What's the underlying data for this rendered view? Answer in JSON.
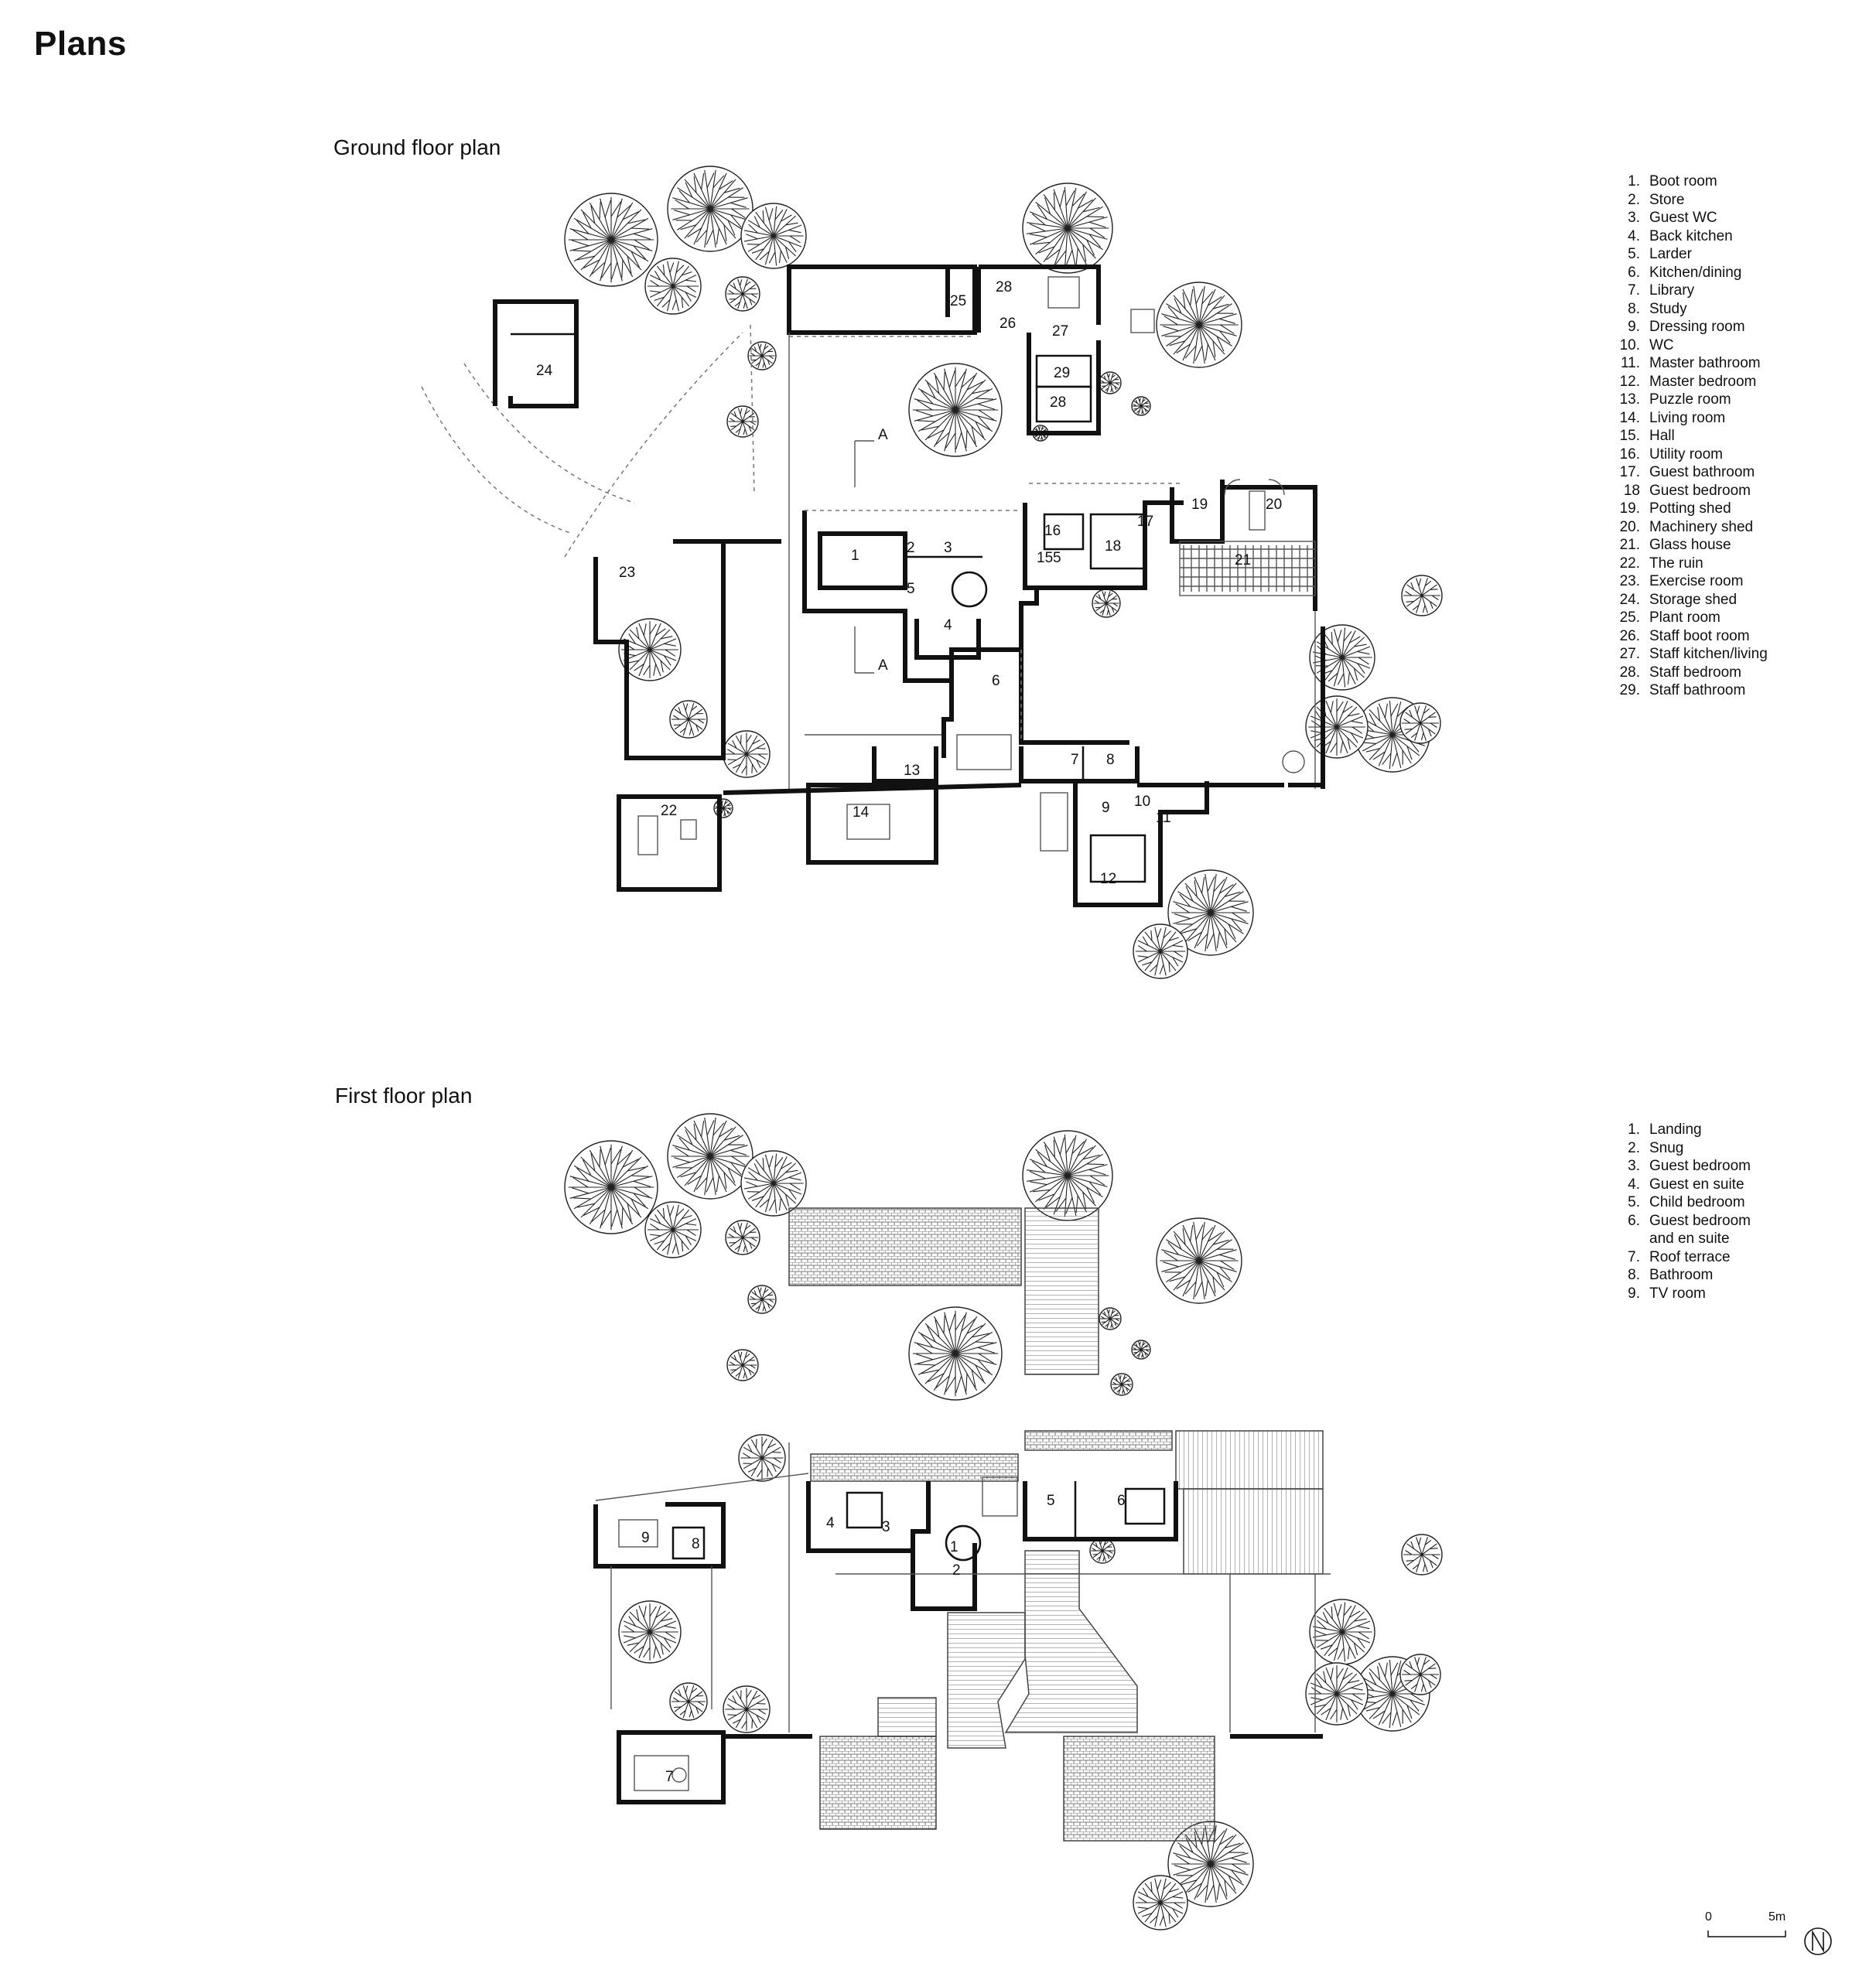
{
  "page": {
    "title": "Plans"
  },
  "ground_floor": {
    "heading": "Ground floor plan",
    "section_marker": "A",
    "legend": [
      {
        "n": "1.",
        "label": "Boot room"
      },
      {
        "n": "2.",
        "label": "Store"
      },
      {
        "n": "3.",
        "label": "Guest WC"
      },
      {
        "n": "4.",
        "label": "Back kitchen"
      },
      {
        "n": "5.",
        "label": "Larder"
      },
      {
        "n": "6.",
        "label": "Kitchen/dining"
      },
      {
        "n": "7.",
        "label": "Library"
      },
      {
        "n": "8.",
        "label": "Study"
      },
      {
        "n": "9.",
        "label": "Dressing room"
      },
      {
        "n": "10.",
        "label": "WC"
      },
      {
        "n": "11.",
        "label": "Master bathroom"
      },
      {
        "n": "12.",
        "label": "Master bedroom"
      },
      {
        "n": "13.",
        "label": "Puzzle room"
      },
      {
        "n": "14.",
        "label": "Living room"
      },
      {
        "n": "15.",
        "label": "Hall"
      },
      {
        "n": "16.",
        "label": "Utility room"
      },
      {
        "n": "17.",
        "label": "Guest bathroom"
      },
      {
        "n": "18",
        "label": "Guest bedroom"
      },
      {
        "n": "19.",
        "label": "Potting shed"
      },
      {
        "n": "20.",
        "label": "Machinery shed"
      },
      {
        "n": "21.",
        "label": "Glass house"
      },
      {
        "n": "22.",
        "label": "The ruin"
      },
      {
        "n": "23.",
        "label": "Exercise room"
      },
      {
        "n": "24.",
        "label": "Storage shed"
      },
      {
        "n": "25.",
        "label": "Plant room"
      },
      {
        "n": "26.",
        "label": "Staff boot room"
      },
      {
        "n": "27.",
        "label": "Staff kitchen/living"
      },
      {
        "n": "28.",
        "label": "Staff bedroom"
      },
      {
        "n": "29.",
        "label": "Staff bathroom"
      }
    ],
    "room_labels": [
      "1",
      "2",
      "3",
      "4",
      "5",
      "5",
      "6",
      "7",
      "8",
      "9",
      "10",
      "11",
      "12",
      "13",
      "14",
      "15",
      "16",
      "17",
      "18",
      "19",
      "20",
      "21",
      "22",
      "23",
      "24",
      "25",
      "26",
      "27",
      "28",
      "28",
      "29"
    ]
  },
  "first_floor": {
    "heading": "First floor plan",
    "legend": [
      {
        "n": "1.",
        "label": "Landing"
      },
      {
        "n": "2.",
        "label": "Snug"
      },
      {
        "n": "3.",
        "label": "Guest bedroom"
      },
      {
        "n": "4.",
        "label": "Guest en suite"
      },
      {
        "n": "5.",
        "label": "Child bedroom"
      },
      {
        "n": "6.",
        "label": "Guest bedroom"
      },
      {
        "n": "",
        "label": "and en suite"
      },
      {
        "n": "7.",
        "label": "Roof terrace"
      },
      {
        "n": "8.",
        "label": "Bathroom"
      },
      {
        "n": "9.",
        "label": "TV room"
      }
    ],
    "room_labels": [
      "1",
      "2",
      "3",
      "4",
      "5",
      "6",
      "7",
      "8",
      "9"
    ]
  },
  "scale_bar": {
    "start": "0",
    "end": "5m"
  },
  "north_arrow": {
    "icon": "north-arrow-icon"
  }
}
